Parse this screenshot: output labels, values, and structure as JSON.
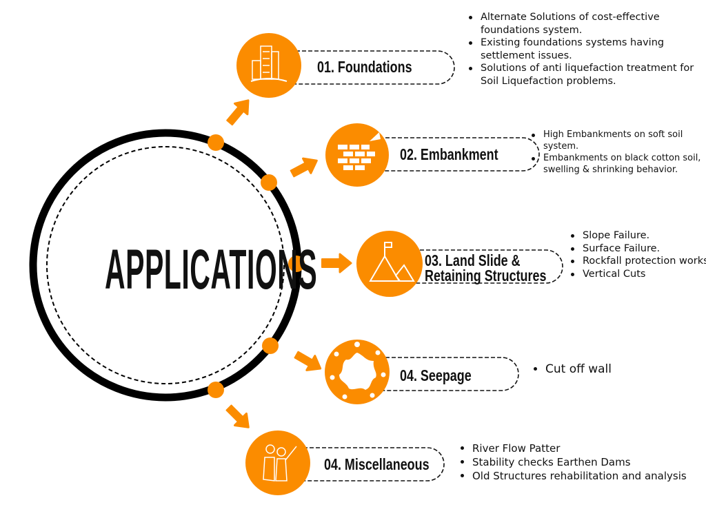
{
  "title": "APPLICATIONS",
  "accent_color": "#FB8C00",
  "items": [
    {
      "label": "01. Foundations",
      "icon": "buildings-icon",
      "bullets": [
        "Alternate Solutions of cost-effective foundations system.",
        "Existing foundations systems having settlement issues.",
        "Solutions of anti liquefaction treatment for Soil Liquefaction problems."
      ]
    },
    {
      "label": "02. Embankment",
      "icon": "brick-wall-trowel-icon",
      "bullets": [
        "High Embankments on soft soil system.",
        "Embankments on black cotton soil, swelling & shrinking behavior."
      ]
    },
    {
      "label_line1": "03. Land Slide &",
      "label_line2": "Retaining Structures",
      "icon": "mountain-flag-icon",
      "bullets": [
        "Slope Failure.",
        "Surface Failure.",
        "Rockfall protection works.",
        "Vertical Cuts"
      ]
    },
    {
      "label": "04. Seepage",
      "icon": "water-splash-icon",
      "bullets": [
        "Cut off wall"
      ]
    },
    {
      "label": "04. Miscellaneous",
      "icon": "people-pointing-icon",
      "bullets": [
        "River Flow Patter",
        "Stability checks Earthen Dams",
        "Old Structures rehabilitation and analysis"
      ]
    }
  ]
}
